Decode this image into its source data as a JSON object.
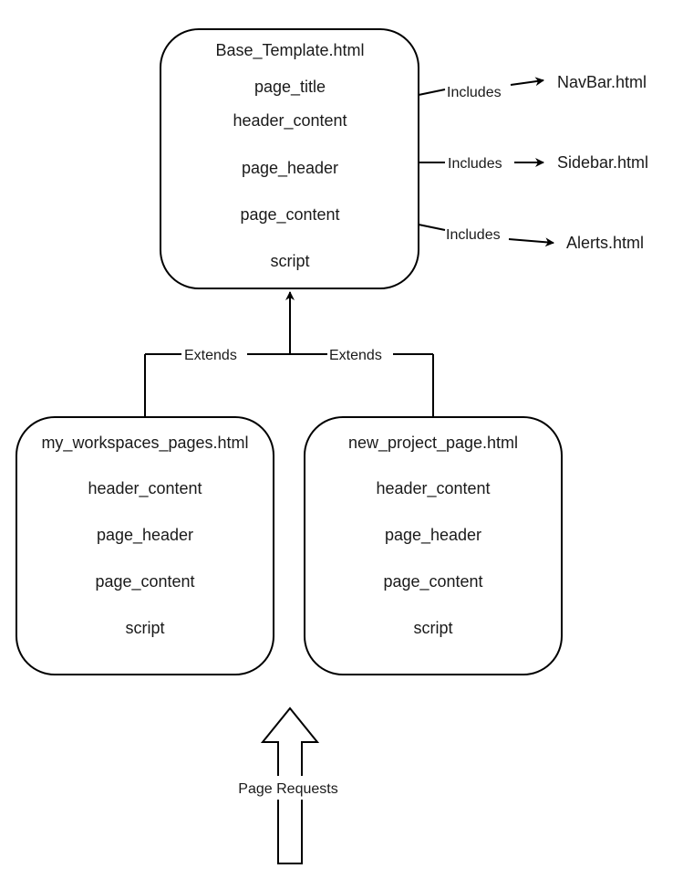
{
  "base_template": {
    "title": "Base_Template.html",
    "blocks": [
      "page_title",
      "header_content",
      "page_header",
      "page_content",
      "script"
    ]
  },
  "includes": [
    {
      "label": "Includes",
      "target": "NavBar.html"
    },
    {
      "label": "Includes",
      "target": "Sidebar.html"
    },
    {
      "label": "Includes",
      "target": "Alerts.html"
    }
  ],
  "children": [
    {
      "title": "my_workspaces_pages.html",
      "blocks": [
        "header_content",
        "page_header",
        "page_content",
        "script"
      ],
      "edge_label": "Extends"
    },
    {
      "title": "new_project_page.html",
      "blocks": [
        "header_content",
        "page_header",
        "page_content",
        "script"
      ],
      "edge_label": "Extends"
    }
  ],
  "requests": {
    "label": "Page Requests"
  }
}
